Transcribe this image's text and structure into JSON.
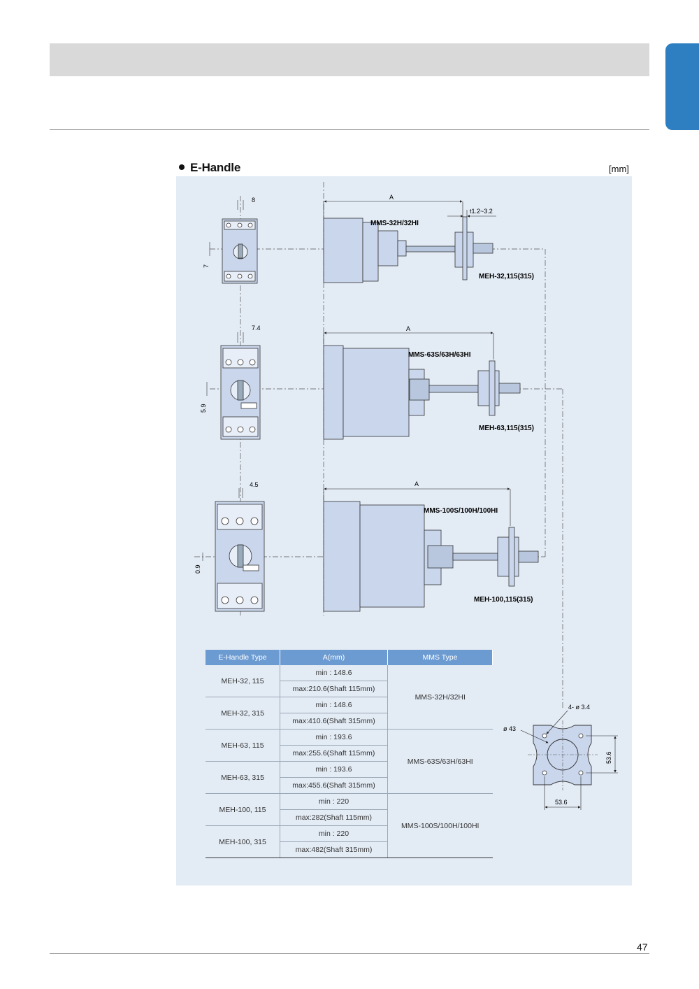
{
  "section": {
    "title": "E-Handle",
    "unit": "[mm]"
  },
  "drawing": {
    "row1": {
      "front_dim_top": "8",
      "front_dim_side": "7",
      "dim_a": "A",
      "dim_t": "t1.2~3.2",
      "mms_label": "MMS-32H/32HI",
      "meh_label": "MEH-32,115(315)"
    },
    "row2": {
      "front_dim_top": "7.4",
      "front_dim_side": "5.9",
      "dim_a": "A",
      "mms_label": "MMS-63S/63H/63HI",
      "meh_label": "MEH-63,115(315)"
    },
    "row3": {
      "front_dim_top": "4.5",
      "front_dim_side": "0.9",
      "dim_a": "A",
      "mms_label": "MMS-100S/100H/100HI",
      "meh_label": "MEH-100,115(315)"
    },
    "flange": {
      "hole_label": "4- ø 3.4",
      "dia_label": "ø 43",
      "width_label": "53.6",
      "height_label": "53.6"
    }
  },
  "table": {
    "headers": [
      "E-Handle Type",
      "A(mm)",
      "MMS Type"
    ],
    "groups": [
      {
        "mms": "MMS-32H/32HI",
        "rows": [
          {
            "type": "MEH-32, 115",
            "min": "min : 148.6",
            "max": "max:210.6(Shaft 115mm)"
          },
          {
            "type": "MEH-32, 315",
            "min": "min : 148.6",
            "max": "max:410.6(Shaft 315mm)"
          }
        ]
      },
      {
        "mms": "MMS-63S/63H/63HI",
        "rows": [
          {
            "type": "MEH-63, 115",
            "min": "min : 193.6",
            "max": "max:255.6(Shaft 115mm)"
          },
          {
            "type": "MEH-63, 315",
            "min": "min : 193.6",
            "max": "max:455.6(Shaft 315mm)"
          }
        ]
      },
      {
        "mms": "MMS-100S/100H/100HI",
        "rows": [
          {
            "type": "MEH-100, 115",
            "min": "min : 220",
            "max": "max:282(Shaft 115mm)"
          },
          {
            "type": "MEH-100, 315",
            "min": "min : 220",
            "max": "max:482(Shaft 315mm)"
          }
        ]
      }
    ]
  },
  "page_number": "47"
}
